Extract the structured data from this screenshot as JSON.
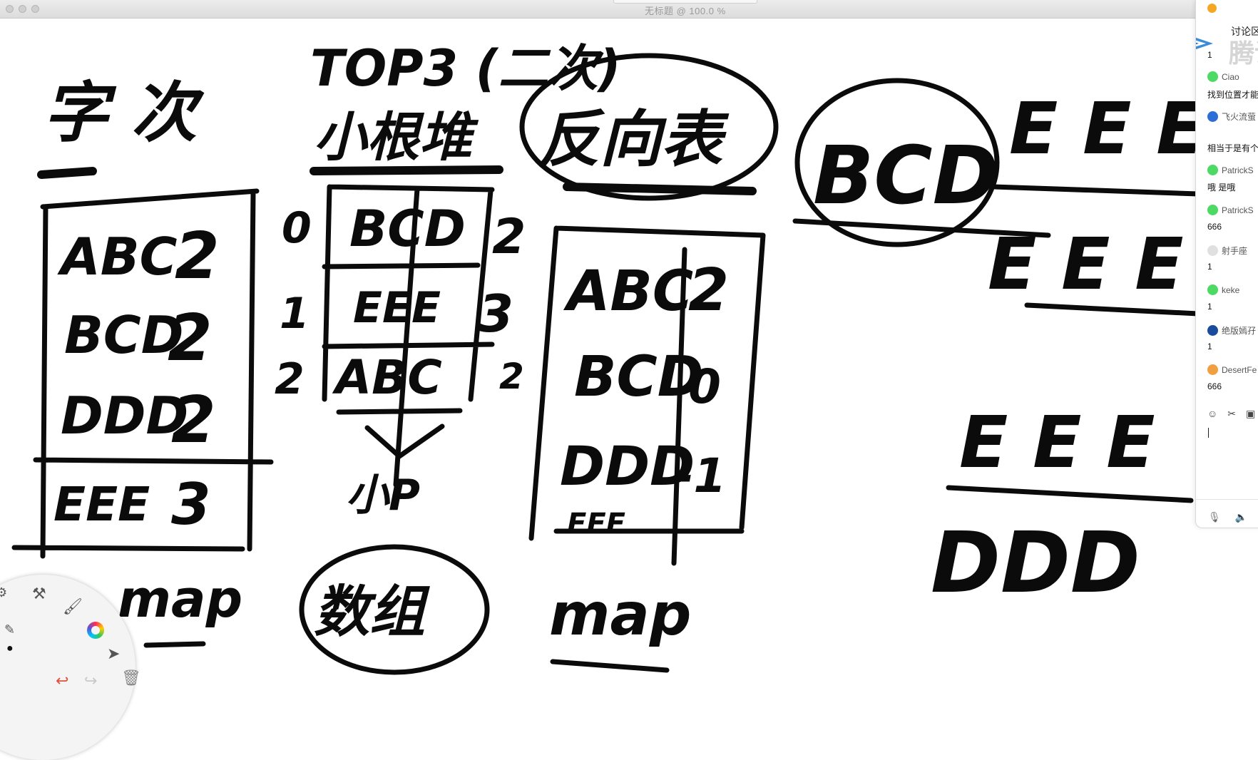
{
  "window": {
    "title": "无标题 @ 100.0 %"
  },
  "whiteboard": {
    "col1": {
      "heading": "字 次",
      "rows": [
        {
          "key": "ABC",
          "count": "2"
        },
        {
          "key": "BCD",
          "count": "2"
        },
        {
          "key": "DDD",
          "count": "2"
        },
        {
          "key": "EEE",
          "count": "3"
        }
      ],
      "footer": "map"
    },
    "col2": {
      "heading": "TOP3 (二次)",
      "subheading": "小根堆",
      "index_labels": [
        "0",
        "1",
        "2"
      ],
      "rows": [
        {
          "key": "BCD",
          "count": "2"
        },
        {
          "key": "EEE",
          "count": "3"
        },
        {
          "key": "ABC",
          "count": "2"
        }
      ],
      "arrow_label": "小P",
      "footer": "数组"
    },
    "col3": {
      "heading": "反向表",
      "rows": [
        {
          "key": "ABC",
          "count": "2"
        },
        {
          "key": "BCD",
          "count": "0"
        },
        {
          "key": "DDD",
          "count": "-1"
        },
        {
          "key": "EEE",
          "count": ""
        }
      ],
      "footer": "map"
    },
    "right": {
      "circled": "BCD",
      "eee_top": "E E E",
      "eee_mid": "E E E",
      "eee_bottom": "E E E",
      "ddd": "DDD"
    }
  },
  "panel": {
    "title": "讨论区",
    "brand": "腾讯",
    "first_count": "1",
    "messages": [
      {
        "user": "Ciao",
        "text": "找到位置才能",
        "avatar_color": "#4cd964"
      },
      {
        "user": "飞火流萤",
        "text": "相当于是有个",
        "avatar_color": "#2b6fd6"
      },
      {
        "user": "PatrickS",
        "text": "哦 是哦",
        "avatar_color": "#4cd964"
      },
      {
        "user": "PatrickS",
        "text": "666",
        "avatar_color": "#4cd964"
      },
      {
        "user": "射手座",
        "text": "1",
        "avatar_color": "#e0e0e0"
      },
      {
        "user": "keke",
        "text": "1",
        "avatar_color": "#4cd964"
      },
      {
        "user": "绝版嫣孖",
        "text": "1",
        "avatar_color": "#1a4b9c"
      },
      {
        "user": "DesertFe",
        "text": "666",
        "avatar_color": "#f0a040"
      }
    ]
  },
  "toolbar": {
    "icons": [
      "settings-icon",
      "hammer-icon",
      "brush-icon",
      "color-wheel-icon",
      "pen-icon",
      "dot-icon",
      "select-arrow-icon",
      "undo-icon",
      "redo-icon",
      "trash-icon"
    ]
  }
}
